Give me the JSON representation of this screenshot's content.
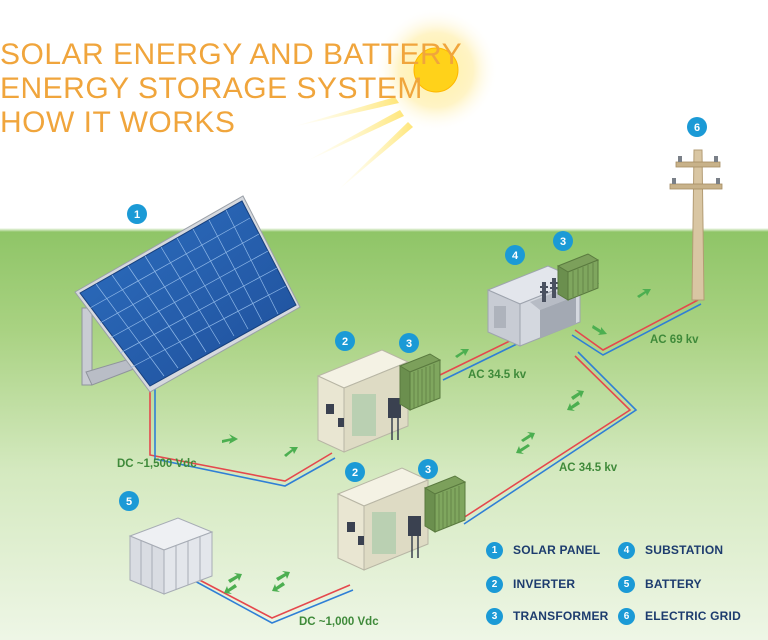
{
  "title": {
    "lines": [
      "SOLAR ENERGY AND BATTERY",
      "ENERGY STORAGE SYSTEM",
      "HOW IT WORKS"
    ]
  },
  "markers": {
    "solar_panel": "1",
    "inverter_top": "2",
    "transformer_top": "3",
    "inverter_bottom": "2",
    "transformer_bottom": "3",
    "substation": "4",
    "substation_transformer": "3",
    "battery": "5",
    "electric_grid": "6"
  },
  "flows": {
    "dc_solar": "DC ~1,500 Vdc",
    "dc_battery": "DC ~1,000 Vdc",
    "ac_top": "AC 34.5 kv",
    "ac_bottom": "AC 34.5 kv",
    "ac_grid": "AC 69 kv"
  },
  "legend": [
    {
      "num": "1",
      "label": "SOLAR PANEL"
    },
    {
      "num": "2",
      "label": "INVERTER"
    },
    {
      "num": "3",
      "label": "TRANSFORMER"
    },
    {
      "num": "4",
      "label": "SUBSTATION"
    },
    {
      "num": "5",
      "label": "BATTERY"
    },
    {
      "num": "6",
      "label": "ELECTRIC GRID"
    }
  ],
  "colors": {
    "title": "#f0a53c",
    "marker": "#1b9ad6",
    "legend_text": "#1d3c6e",
    "flow_label": "#3f8a3a",
    "wire_positive": "#e5484d",
    "wire_negative": "#2f7fd6",
    "grass": "#8fc567",
    "sun": "#ffd21a"
  },
  "icons": {
    "sun": "sun-icon",
    "arrow": "flow-arrow-icon",
    "bidirectional_arrow": "bidirectional-arrow-icon"
  }
}
